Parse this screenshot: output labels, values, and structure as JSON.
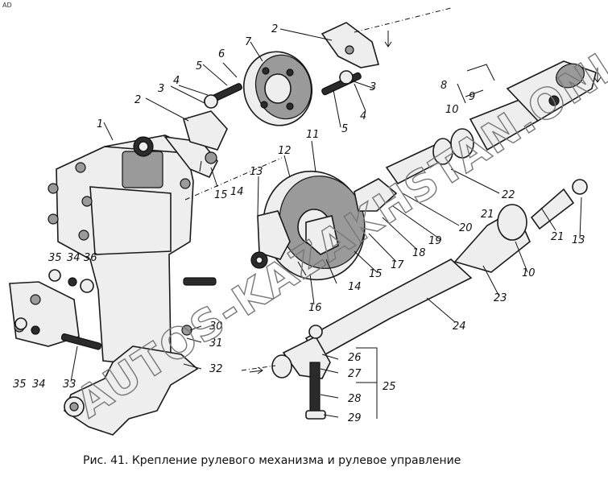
{
  "figure": {
    "corner_mark": "AD",
    "caption": "Рис. 41. Крепление рулевого механизма и рулевое управление",
    "watermark": "AUTOS-KAZAKHSTAN.ONLINE",
    "labels": {
      "l1": "1",
      "l2a": "2",
      "l2b": "2",
      "l3a": "3",
      "l3b": "3",
      "l4a": "4",
      "l4b": "4",
      "l5a": "5",
      "l5b": "5",
      "l6": "6",
      "l7": "7",
      "l8": "8",
      "l9": "9",
      "l10a": "10",
      "l10b": "10",
      "l11": "11",
      "l12": "12",
      "l13a": "13",
      "l13b": "13",
      "l14a": "14",
      "l14b": "14",
      "l15a": "15",
      "l15b": "15",
      "l16": "16",
      "l17": "17",
      "l18": "18",
      "l19": "19",
      "l20": "20",
      "l21a": "21",
      "l21b": "21",
      "l22": "22",
      "l23": "23",
      "l24": "24",
      "l25": "25",
      "l26": "26",
      "l27": "27",
      "l28": "28",
      "l29": "29",
      "l30": "30",
      "l31": "31",
      "l32": "32",
      "l33": "33",
      "l34a": "34",
      "l34b": "34",
      "l35a": "35",
      "l35b": "35",
      "l36": "36"
    }
  }
}
